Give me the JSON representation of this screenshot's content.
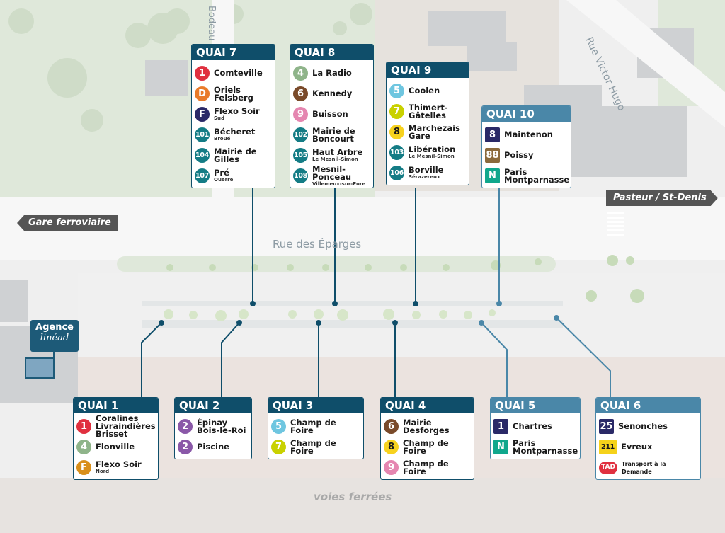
{
  "colors": {
    "L1": "#e0303f",
    "LD": "#e97b2a",
    "LF_navy": "#2a2967",
    "L101": "#147c85",
    "L4": "#8fb48a",
    "L6": "#7a4a2a",
    "L9": "#e586b0",
    "L5": "#6fc6e0",
    "L7": "#c9d100",
    "L8": "#f7d21e",
    "L2": "#8a58a8",
    "LF_orange": "#d98f1a",
    "L8_navy": "#2a2967",
    "L88": "#8b6a3c",
    "LN": "#10a78c",
    "L25": "#2a2967",
    "L211": "#f5d21a",
    "TAD": "#e0303f"
  },
  "labels": {
    "gare": "Gare ferroviaire",
    "pasteur": "Pasteur / St-Denis",
    "rue_eparges": "Rue   des   Éparges",
    "rue_victor": "Rue Victor Hugo",
    "bodeau": "Bodeau",
    "voies": "voies ferrées",
    "agence_1": "Agence",
    "agence_2": "linéad"
  },
  "quais_top": [
    {
      "name": "QUAI 7",
      "lines": [
        {
          "n": "1",
          "color": "#e0303f",
          "dest": "Comteville",
          "sub": ""
        },
        {
          "n": "D",
          "color": "#e97b2a",
          "dest": "Oriels Felsberg",
          "sub": ""
        },
        {
          "n": "F",
          "color": "#2a2967",
          "dest": "Flexo Soir",
          "sub": "Sud"
        },
        {
          "n": "101",
          "color": "#147c85",
          "dest": "Bécheret",
          "sub": "Broué"
        },
        {
          "n": "104",
          "color": "#147c85",
          "dest": "Mairie de Gilles",
          "sub": ""
        },
        {
          "n": "107",
          "color": "#147c85",
          "dest": "Pré",
          "sub": "Ouerre"
        }
      ]
    },
    {
      "name": "QUAI 8",
      "lines": [
        {
          "n": "4",
          "color": "#8fb48a",
          "dest": "La Radio",
          "sub": ""
        },
        {
          "n": "6",
          "color": "#7a4a2a",
          "dest": "Kennedy",
          "sub": ""
        },
        {
          "n": "9",
          "color": "#e586b0",
          "dest": "Buisson",
          "sub": ""
        },
        {
          "n": "102",
          "color": "#147c85",
          "dest": "Mairie de Boncourt",
          "sub": ""
        },
        {
          "n": "105",
          "color": "#147c85",
          "dest": "Haut Arbre",
          "sub": "Le Mesnil-Simon"
        },
        {
          "n": "108",
          "color": "#147c85",
          "dest": "Mesnil-Ponceau",
          "sub": "Villemeux-sur-Eure"
        }
      ]
    },
    {
      "name": "QUAI 9",
      "lines": [
        {
          "n": "5",
          "color": "#6fc6e0",
          "dest": "Coolen",
          "sub": ""
        },
        {
          "n": "7",
          "color": "#c9d100",
          "dest": "Thimert-Gâtelles",
          "sub": ""
        },
        {
          "n": "8",
          "color": "#f7d21e",
          "dest": "Marchezais Gare",
          "sub": ""
        },
        {
          "n": "103",
          "color": "#147c85",
          "dest": "Libération",
          "sub": "Le Mesnil-Simon"
        },
        {
          "n": "106",
          "color": "#147c85",
          "dest": "Borville",
          "sub": "Sérazereux"
        }
      ]
    },
    {
      "name": "QUAI 10",
      "lines": [
        {
          "n": "8",
          "color": "#2a2967",
          "dest": "Maintenon",
          "sub": ""
        },
        {
          "n": "88",
          "color": "#8b6a3c",
          "dest": "Poissy",
          "sub": ""
        },
        {
          "n": "N",
          "color": "#10a78c",
          "dest": "Paris Montparnasse",
          "sub": ""
        }
      ]
    }
  ],
  "quais_bottom": [
    {
      "name": "QUAI 1",
      "lines": [
        {
          "n": "1",
          "color": "#e0303f",
          "dest": "Coralines Livraindières Brisset",
          "sub": ""
        },
        {
          "n": "4",
          "color": "#8fb48a",
          "dest": "Flonville",
          "sub": ""
        },
        {
          "n": "F",
          "color": "#d98f1a",
          "dest": "Flexo Soir",
          "sub": "Nord"
        }
      ]
    },
    {
      "name": "QUAI 2",
      "lines": [
        {
          "n": "2",
          "color": "#8a58a8",
          "dest": "Épinay Bois-le-Roi",
          "sub": ""
        },
        {
          "n": "2",
          "color": "#8a58a8",
          "dest": "Piscine",
          "sub": ""
        }
      ]
    },
    {
      "name": "QUAI 3",
      "lines": [
        {
          "n": "5",
          "color": "#6fc6e0",
          "dest": "Champ de Foire",
          "sub": ""
        },
        {
          "n": "7",
          "color": "#c9d100",
          "dest": "Champ de Foire",
          "sub": ""
        }
      ]
    },
    {
      "name": "QUAI 4",
      "lines": [
        {
          "n": "6",
          "color": "#7a4a2a",
          "dest": "Mairie Desforges",
          "sub": ""
        },
        {
          "n": "8",
          "color": "#f7d21e",
          "dest": "Champ de Foire",
          "sub": ""
        },
        {
          "n": "9",
          "color": "#e586b0",
          "dest": "Champ de Foire",
          "sub": ""
        }
      ]
    },
    {
      "name": "QUAI 5",
      "lines": [
        {
          "n": "1",
          "color": "#2a2967",
          "dest": "Chartres",
          "sub": ""
        },
        {
          "n": "N",
          "color": "#10a78c",
          "dest": "Paris Montparnasse",
          "sub": ""
        }
      ]
    },
    {
      "name": "QUAI 6",
      "lines": [
        {
          "n": "25",
          "color": "#2a2967",
          "dest": "Senonches",
          "sub": ""
        },
        {
          "n": "211",
          "color": "#f5d21a",
          "dest": "Evreux",
          "sub": ""
        },
        {
          "n": "TAD",
          "color": "#e0303f",
          "dest": "Transport à la Demande",
          "sub": ""
        }
      ]
    }
  ]
}
